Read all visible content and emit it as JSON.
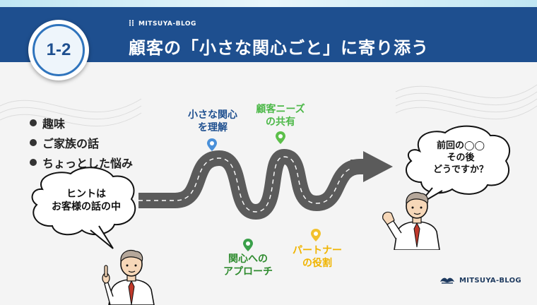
{
  "header": {
    "brand": "MITSUYA-BLOG",
    "title": "顧客の「小さな関心ごと」に寄り添う",
    "badge": "1-2"
  },
  "bullets": [
    "趣味",
    "ご家族の話",
    "ちょっとした悩み"
  ],
  "hint_bubble": {
    "line1": "ヒントは",
    "line2": "お客様の話の中"
  },
  "question_bubble": {
    "line1": "前回の◯◯",
    "line2": "その後",
    "line3": "どうですか？"
  },
  "milestones": [
    {
      "line1": "小さな関心",
      "line2": "を理解",
      "color": "#1e4f8f"
    },
    {
      "line1": "顧客ニーズ",
      "line2": "の共有",
      "color": "#4cb848"
    },
    {
      "line1": "関心への",
      "line2": "アプローチ",
      "color": "#2e8b2e"
    },
    {
      "line1": "パートナー",
      "line2": "の役割",
      "color": "#f0b400"
    }
  ],
  "footer": {
    "brand": "MITSUYA-BLOG"
  },
  "icons": {
    "pin1": "map-pin-icon",
    "pin2": "map-pin-icon",
    "pin3": "map-pin-icon",
    "pin4": "map-pin-icon",
    "logo": "hat-logo-icon"
  },
  "colors": {
    "header": "#1e4f8f",
    "road": "#5a5a5a",
    "accent_blue": "#1e4f8f",
    "accent_green": "#4cb848",
    "accent_yellow": "#f0b400"
  }
}
